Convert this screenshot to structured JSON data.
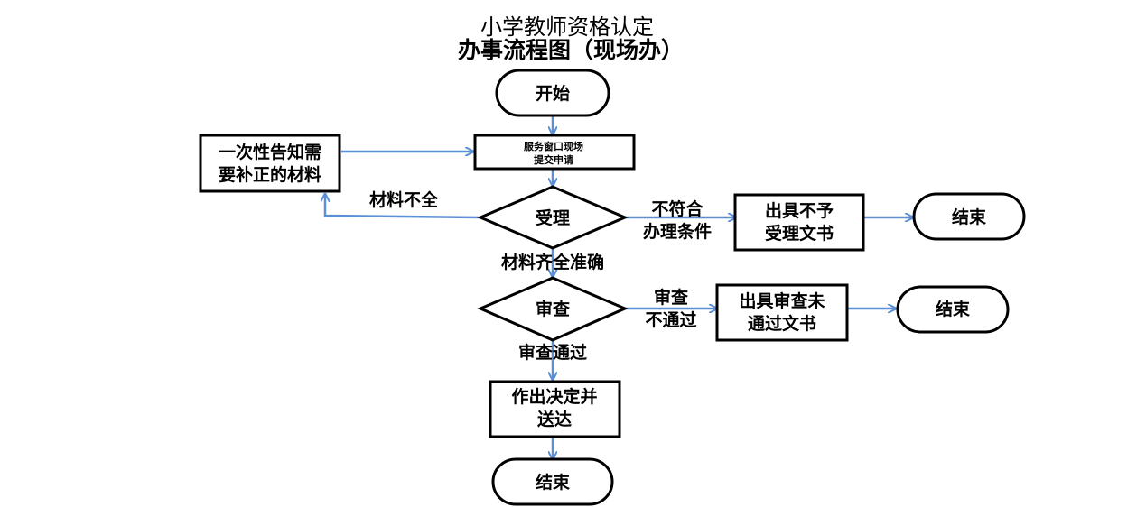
{
  "title": {
    "line1": "小学教师资格认定",
    "line2": "办事流程图（现场办）"
  },
  "colors": {
    "arrow": "#5b8fd6",
    "border": "#000000",
    "background": "#ffffff"
  },
  "nodes": {
    "start": "开始",
    "submit": {
      "line1": "服务窗口现场",
      "line2": "提交申请"
    },
    "notify": {
      "line1": "一次性告知需",
      "line2": "要补正的材料"
    },
    "accept": "受理",
    "reject_doc": {
      "line1": "出具不予",
      "line2": "受理文书"
    },
    "end_reject": "结束",
    "review": "审查",
    "fail_doc": {
      "line1": "出具审查未",
      "line2": "通过文书"
    },
    "end_fail": "结束",
    "decide": {
      "line1": "作出决定并",
      "line2": "送达"
    },
    "end_final": "结束"
  },
  "edge_labels": {
    "incomplete": "材料不全",
    "not_eligible": {
      "line1": "不符合",
      "line2": "办理条件"
    },
    "complete": "材料齐全准确",
    "review_fail": {
      "line1": "审查",
      "line2": "不通过"
    },
    "review_pass": "审查通过"
  }
}
